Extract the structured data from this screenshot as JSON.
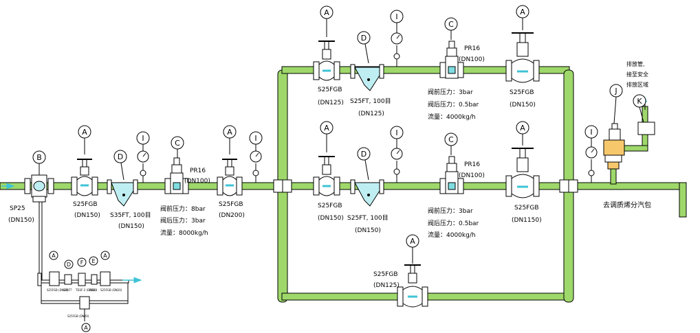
{
  "colors": {
    "pipe_green": "#9ed86a",
    "pipe_green_dark": "#4aa02c",
    "valve_body_fill": "#bfeef2",
    "flow_arrow": "#3ec3d6",
    "line": "#000000"
  },
  "markers": {
    "A": "A",
    "B": "B",
    "C": "C",
    "D": "D",
    "I": "I",
    "J": "J",
    "K": "K",
    "E": "E",
    "F": "F"
  },
  "main_line": {
    "trap_b": {
      "model": "SP25",
      "size": "(DN150)"
    },
    "globe_inlet": {
      "model": "S25FGB",
      "size": "(DN150)"
    },
    "strainer": {
      "model": "S35FT, 100目",
      "size": "(DN150)"
    },
    "prv": {
      "model": "PR16",
      "size": "(DN100)",
      "p_in": "阀前压力：8bar",
      "p_out": "阀后压力：3bar",
      "flow": "流量：8000kg/h"
    },
    "globe_out": {
      "model": "S25FGB",
      "size": "(DN200)"
    }
  },
  "upper_branch": {
    "globe_in": {
      "model": "S25FGB",
      "size": "(DN125)"
    },
    "strainer": {
      "model": "S25FT, 100目",
      "size": "(DN125)"
    },
    "prv": {
      "model": "PR16",
      "size": "(DN100)",
      "p_in": "阀前压力：3bar",
      "p_out": "阀后压力：0.5bar",
      "flow": "流量：4000kg/h"
    },
    "globe_out": {
      "model": "S25FGB",
      "size": "(DN150)"
    }
  },
  "middle_branch": {
    "globe_in": {
      "model": "S25FGB",
      "size": "(DN150)"
    },
    "strainer": {
      "model": "S25FT, 100目",
      "size": "(DN150)"
    },
    "prv": {
      "model": "PR16",
      "size": "(DN100)",
      "p_in": "阀前压力：3bar",
      "p_out": "阀后压力：0.5bar",
      "flow": "流量：4000kg/h"
    },
    "globe_out": {
      "model": "S25FGB",
      "size": "(DN1150)"
    }
  },
  "bypass_branch": {
    "globe": {
      "model": "S25FGB",
      "size": "(DN125)"
    }
  },
  "outlet_label": "去调质烯分汽包",
  "safety_note": [
    "排放管,",
    "接至安全",
    "排放区域"
  ],
  "trap_detail": {
    "labels": [
      "S25FGB\n(DN20)",
      "S35FT",
      "TD3F-2\n(DN20)",
      "DN20",
      "S25FGB\n(DN20)"
    ],
    "drain_label": "S25FGB\n(DN20)"
  }
}
